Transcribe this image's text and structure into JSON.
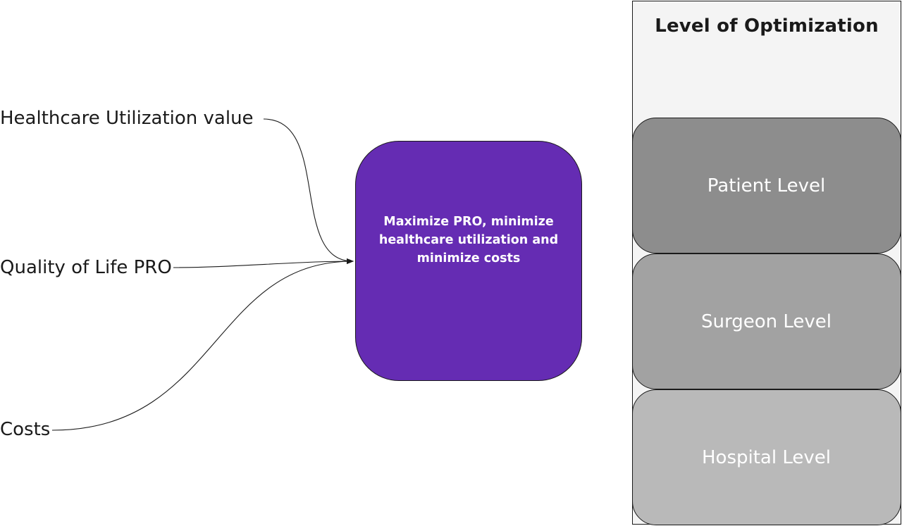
{
  "inputs": [
    {
      "label": "Healthcare Utilization value"
    },
    {
      "label": "Quality of Life PRO"
    },
    {
      "label": "Costs"
    }
  ],
  "goal": {
    "text": "Maximize PRO, minimize healthcare utilization and minimize costs",
    "color": "#652cb3"
  },
  "levels_panel": {
    "title": "Level of Optimization",
    "levels": [
      {
        "label": "Patient Level",
        "color": "#8d8d8d"
      },
      {
        "label": "Surgeon Level",
        "color": "#a2a2a2"
      },
      {
        "label": "Hospital Level",
        "color": "#b9b9b9"
      }
    ]
  }
}
